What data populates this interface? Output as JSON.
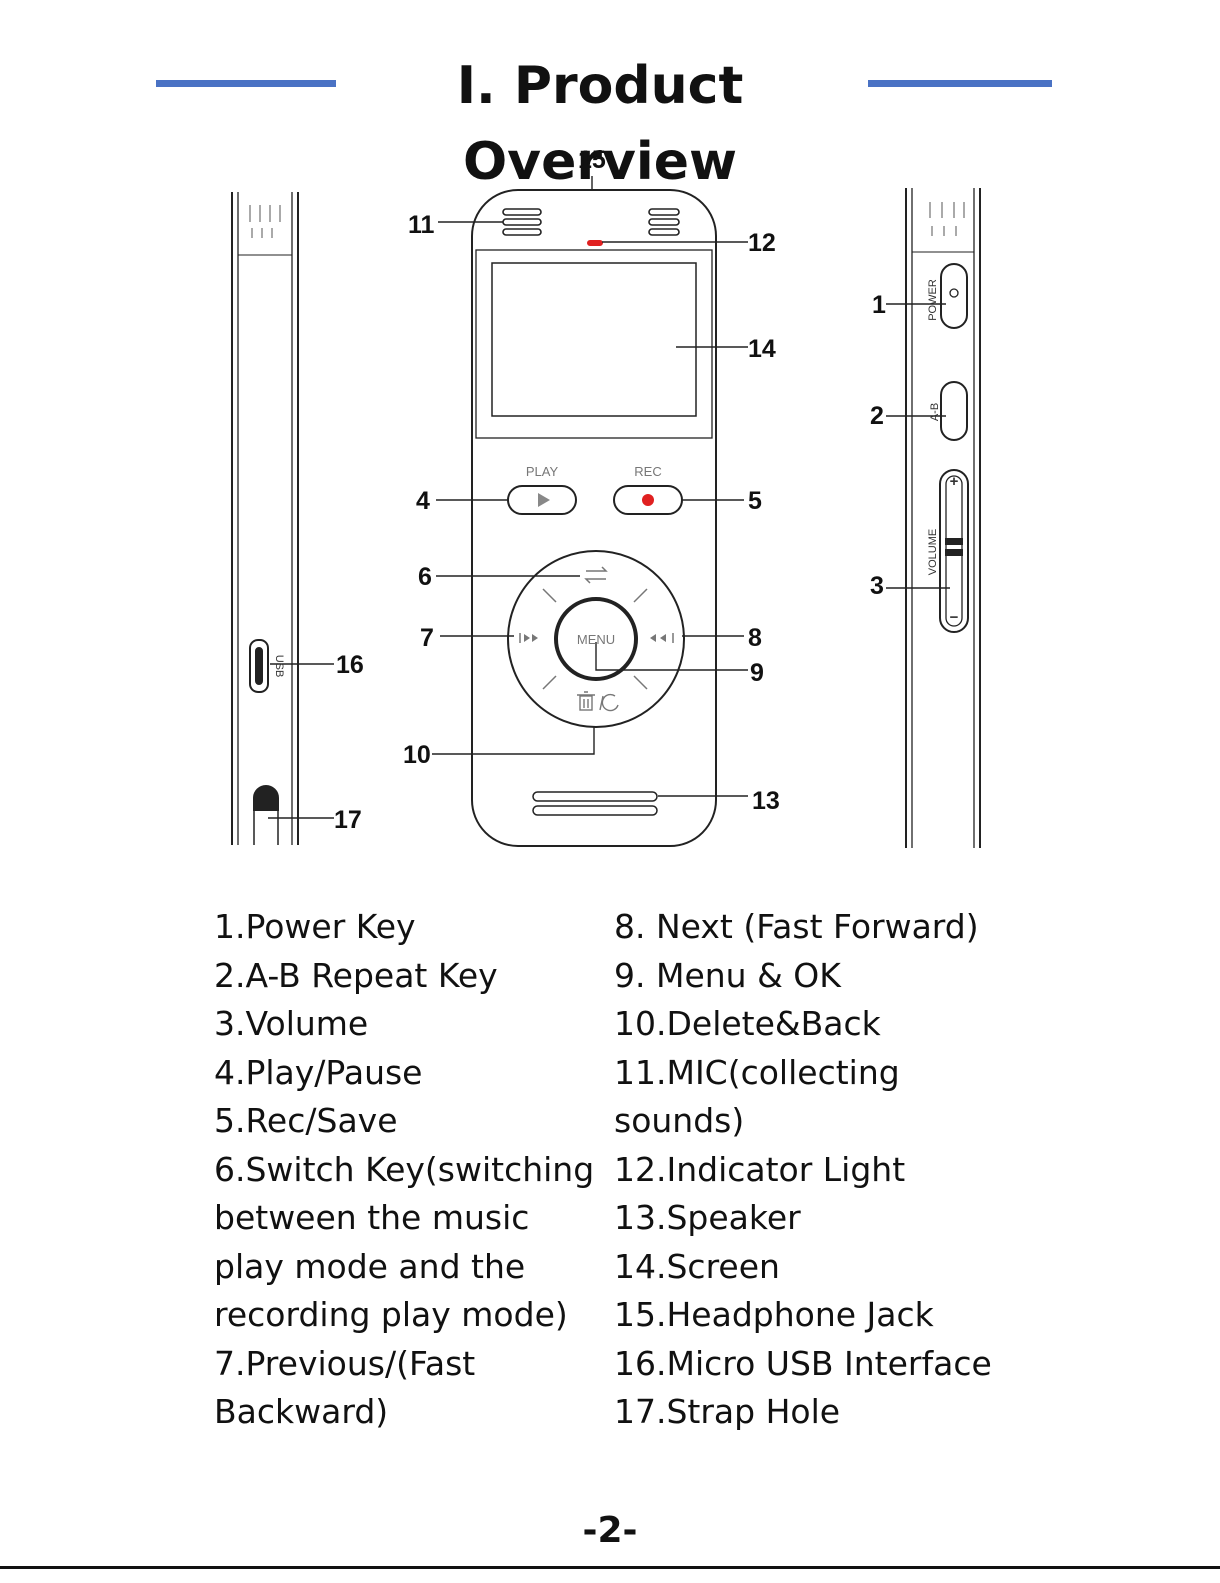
{
  "header": {
    "title": "I. Product Overview",
    "rule_color": "#4a72c4"
  },
  "diagram": {
    "callouts": [
      "1",
      "2",
      "3",
      "4",
      "5",
      "6",
      "7",
      "8",
      "9",
      "10",
      "11",
      "12",
      "13",
      "14",
      "15",
      "16",
      "17"
    ],
    "device_labels": {
      "play": "PLAY",
      "rec": "REC",
      "menu": "MENU",
      "power": "POWER",
      "ab": "A-B",
      "volume": "VOLUME",
      "usb": "USB",
      "plus": "+",
      "minus": "−"
    },
    "accent_red": "#e02020"
  },
  "legend": {
    "left": [
      "1.Power Key",
      "2.A-B Repeat Key",
      "3.Volume",
      "4.Play/Pause",
      "5.Rec/Save",
      "6.Switch Key(switching",
      "between the music",
      "play mode and the",
      "recording play mode)",
      "7.Previous/(Fast",
      "Backward)"
    ],
    "right": [
      "8. Next (Fast Forward)",
      "9. Menu & OK",
      "10.Delete&Back",
      "11.MIC(collecting",
      "sounds)",
      "12.Indicator Light",
      "13.Speaker",
      "14.Screen",
      "15.Headphone Jack",
      "16.Micro USB Interface",
      "17.Strap Hole"
    ]
  },
  "footer": {
    "page_number": "-2-"
  }
}
